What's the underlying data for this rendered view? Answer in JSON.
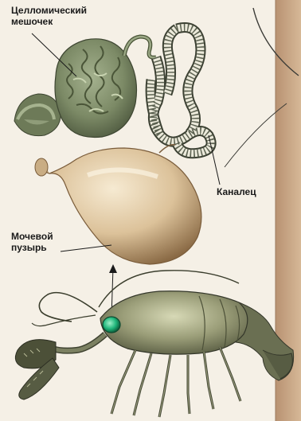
{
  "labels": {
    "coelomic_sac": {
      "line1": "Целломический",
      "line2": "мешочек"
    },
    "canal": {
      "text": "Каналец"
    },
    "bladder": {
      "line1": "Мочевой",
      "line2": "пузырь"
    }
  },
  "colors": {
    "background": "#f5f0e6",
    "right_strip": "#c9a88a",
    "sac_green": "#7f8f6c",
    "canal_outline": "#4a4f3f",
    "bladder_base": "#d9bf95",
    "crayfish_body": "#6f7457",
    "eye_green": "#2ec48a"
  }
}
